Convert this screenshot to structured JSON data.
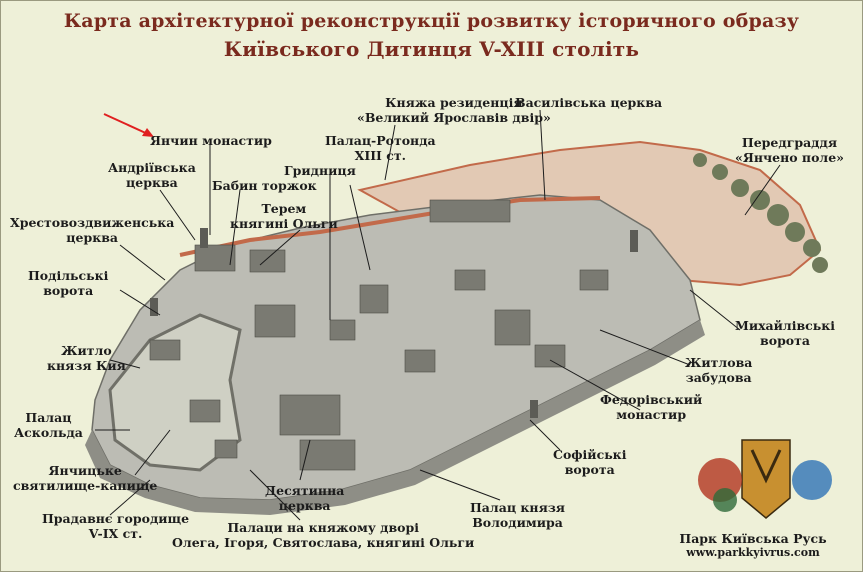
{
  "title": {
    "line1": "Карта архітектурної реконструкції розвитку історичного образу",
    "line2": "Київського Дитинця V-XIII століть"
  },
  "labels": {
    "yanchyn": "Янчин монастир",
    "knyazha_1": "Княжа резиденція",
    "knyazha_2": "«Великий Ярославів двір»",
    "vasylivska": "Василівська церква",
    "peredgraddya_1": "Передграддя",
    "peredgraddya_2": "«Янчено поле»",
    "rotonda_1": "Палац-Ротонда",
    "rotonda_2": "XIII ст.",
    "andriivska_1": "Андріївська",
    "andriivska_2": "церква",
    "babyn": "Бабин торжок",
    "terem_1": "Терем",
    "terem_2": "княгині Ольги",
    "grydnytsya": "Гридниця",
    "khrestovozd_1": "Хрестовоздвиженська",
    "khrestovozd_2": "церква",
    "podilski_1": "Подільські",
    "podilski_2": "ворота",
    "mykhailivski_1": "Михайлівські",
    "mykhailivski_2": "ворота",
    "zhytlo_1": "Житло",
    "zhytlo_2": "князя Кия",
    "zhytlova_1": "Житлова",
    "zhytlova_2": "забудова",
    "fedorivskyi_1": "Федорівський",
    "fedorivskyi_2": "монастир",
    "palats_askold_1": "Палац",
    "palats_askold_2": "Аскольда",
    "sofiiski_1": "Софійські",
    "sofiiski_2": "ворота",
    "yanchytske_1": "Янчицьке",
    "yanchytske_2": "святилище-капище",
    "desyatynna_1": "Десятинна",
    "desyatynna_2": "церква",
    "volodymyr_1": "Палац князя",
    "volodymyr_2": "Володимира",
    "pradavne_1": "Прадавнє городище",
    "pradavne_2": "V-IX ст.",
    "palatsy_1": "Палаци на княжому дворі",
    "palatsy_2": "Олега, Ігоря, Святослава, княгині Ольги"
  },
  "brand": {
    "name": "Парк Київська Русь",
    "url": "www.parkkyivrus.com"
  },
  "colors": {
    "title": "#7a2a1e",
    "background": "#eef0d8",
    "arrow": "#e02020",
    "wall": "#c26a4a",
    "ground": "#9a9a90"
  }
}
